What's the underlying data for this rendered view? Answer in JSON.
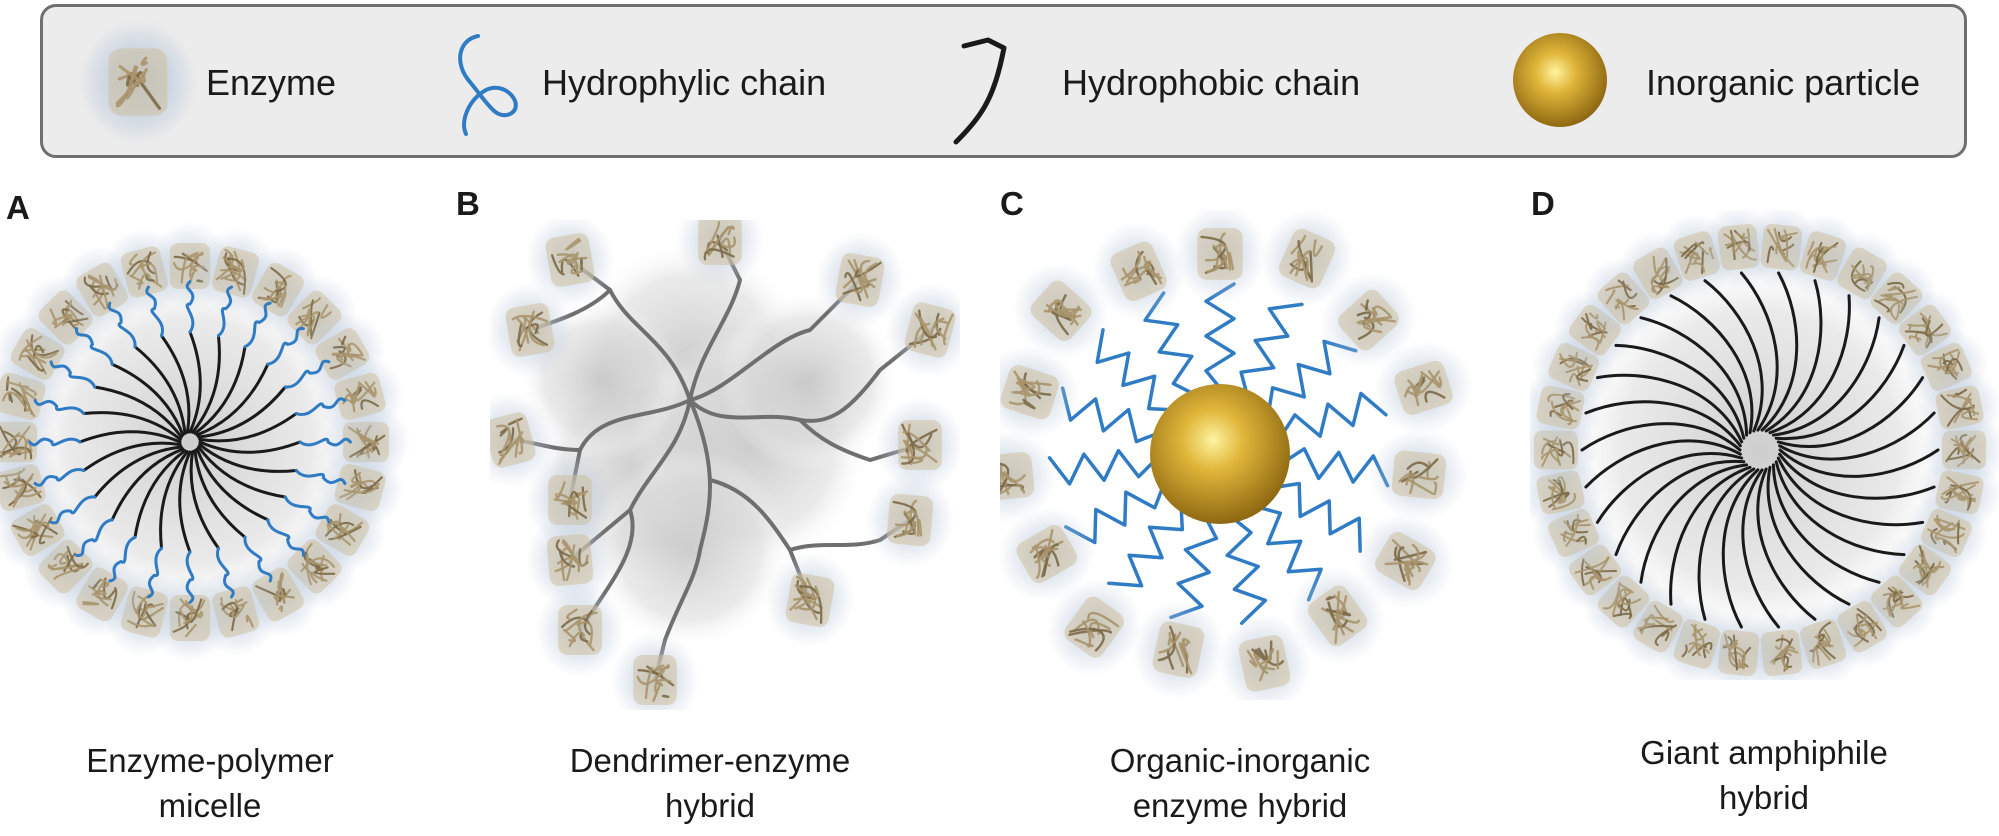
{
  "legend": {
    "enzyme": "Enzyme",
    "hydrophilic": "Hydrophylic chain",
    "hydrophobic": "Hydrophobic chain",
    "inorganic": "Inorganic particle"
  },
  "panels": [
    {
      "letter": "A",
      "caption_line1": "Enzyme-polymer",
      "caption_line2": "micelle"
    },
    {
      "letter": "B",
      "caption_line1": "Dendrimer-enzyme",
      "caption_line2": "hybrid"
    },
    {
      "letter": "C",
      "caption_line1": "Organic-inorganic",
      "caption_line2": "enzyme hybrid"
    },
    {
      "letter": "D",
      "caption_line1": "Giant amphiphile",
      "caption_line2": "hybrid"
    }
  ],
  "colors": {
    "hydrophilic": "#2f7cc4",
    "hydrophobic": "#1a1a1a",
    "enzyme": "#b9a886",
    "enzyme_glow": "#b7c6d9",
    "particle": "#c29a2a",
    "dendrimer": "#6f6f6f"
  },
  "icons": {
    "enzyme": "enzyme-icon",
    "hydrophilic": "hydrophilic-chain-icon",
    "hydrophobic": "hydrophobic-chain-icon",
    "inorganic": "inorganic-particle-icon"
  }
}
